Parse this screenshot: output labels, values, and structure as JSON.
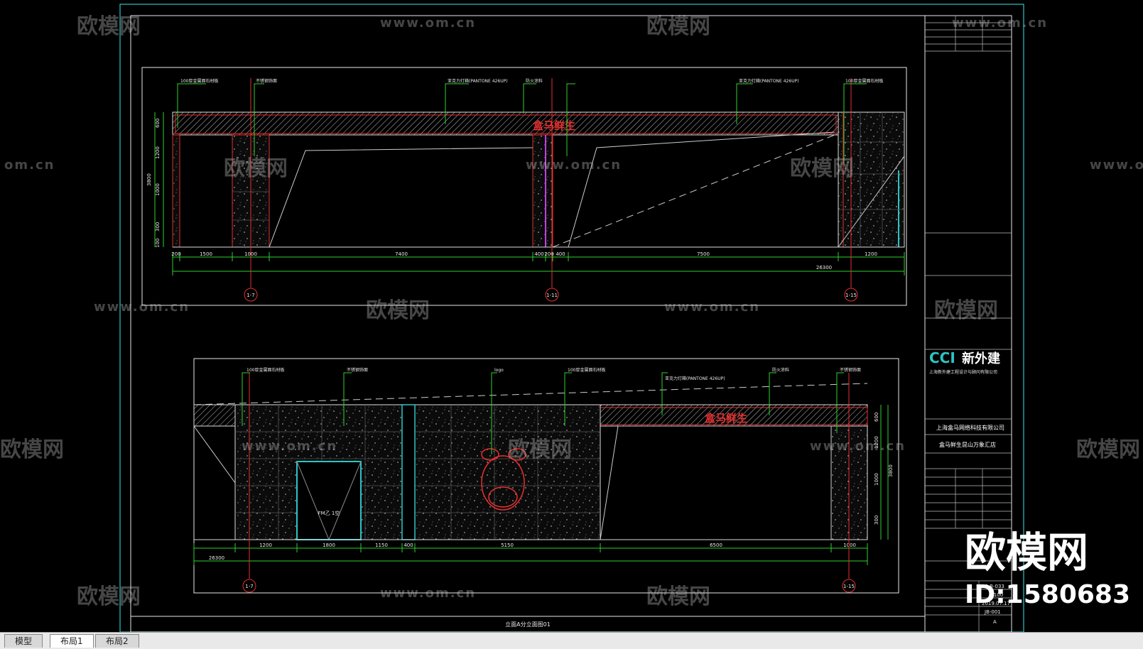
{
  "tabs": [
    {
      "label": "模型"
    },
    {
      "label": "布局1",
      "active": true
    },
    {
      "label": "布局2"
    }
  ],
  "watermark": {
    "brand": "欧模网",
    "url": "www.om.cn",
    "url_short": "om.cn"
  },
  "stamp": {
    "brand": "欧模网",
    "id": "ID:1580683"
  },
  "title_block": {
    "company_logo": "CCI",
    "company_name_cn": "新外建",
    "company_full": "上海新外建工程设计与顾问有限公司",
    "client": "上海盒马网络科技有限公司",
    "project": "盒马鲜生昆山万象汇店",
    "drawing_no": "19-B-033",
    "scale": "1:100",
    "date": "2019.07.17",
    "sheet": "JB-001",
    "revision": "A"
  },
  "drawing_title": "立面A分立面图01",
  "elevation_top": {
    "dims": [
      "200",
      "1500",
      "1000",
      "7400",
      "400",
      "200",
      "400",
      "7500",
      "1200"
    ],
    "total": "26300",
    "heights": [
      "600",
      "1200",
      "3800",
      "1000",
      "300",
      "100"
    ],
    "axes": [
      "1-7",
      "1-11",
      "1-15"
    ],
    "brand_sign": "盒马鲜生",
    "notes": [
      "100厚金属面石材板",
      "不锈钢饰面",
      "亚克力灯箱(PANTONE 426UP)",
      "防火涂料",
      "亚克力灯箱(PANTONE 426UP)",
      "100厚金属面石材板"
    ]
  },
  "elevation_bottom": {
    "dims": [
      "1200",
      "1800",
      "1150",
      "400",
      "5150",
      "6500",
      "1000"
    ],
    "total": "26300",
    "heights": [
      "600",
      "1200",
      "3800",
      "1000",
      "300"
    ],
    "axes": [
      "1-7",
      "1-15"
    ],
    "brand_sign": "盒马鲜生",
    "door_label": "FM乙 1空",
    "notes": [
      "100厚金属面石材板",
      "不锈钢饰面",
      "logo",
      "100厚金属面石材板",
      "亚克力灯箱(PANTONE 426UP)",
      "防火涂料",
      "不锈钢饰面"
    ]
  },
  "colors": {
    "frame": "#2ec4c4",
    "accent": "#e53030",
    "green": "#2fd02f",
    "bg": "#000000"
  }
}
